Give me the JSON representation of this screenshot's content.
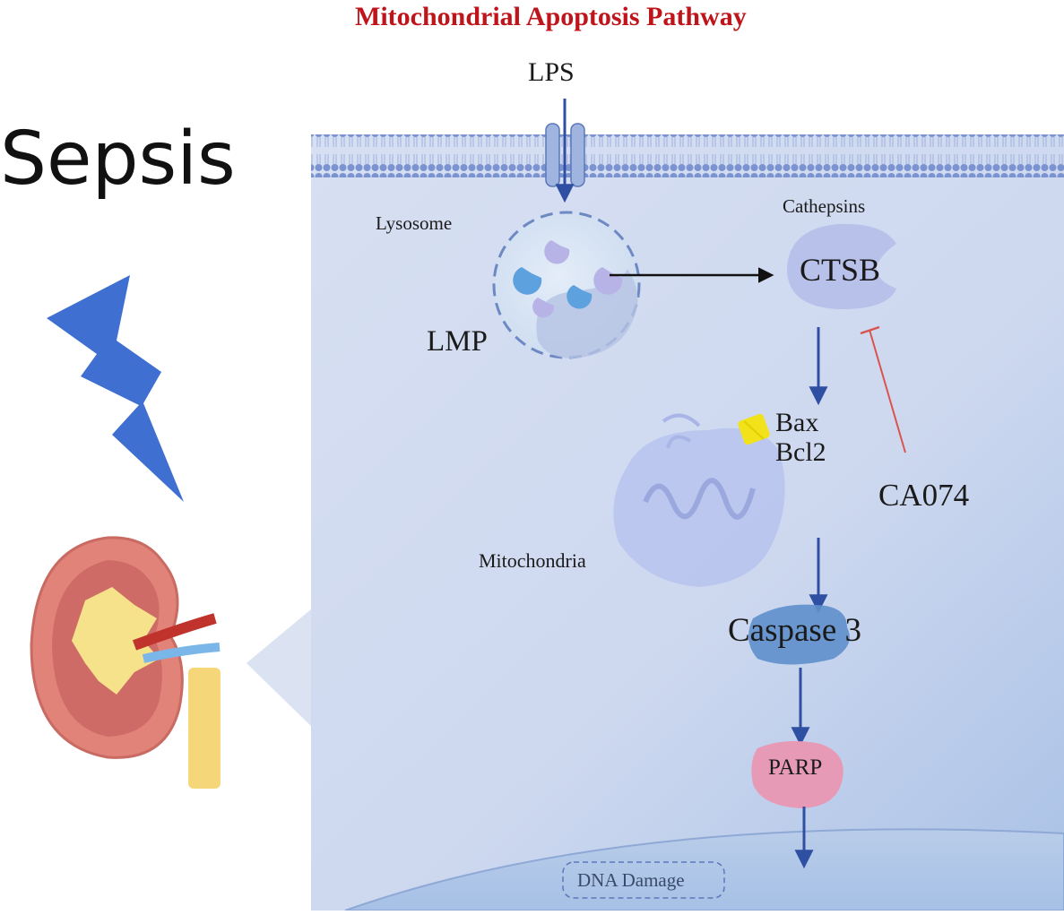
{
  "title": "Mitochondrial Apoptosis Pathway",
  "condition": "Sepsis",
  "stimulus": "LPS",
  "labels": {
    "lysosome": "Lysosome",
    "lmp": "LMP",
    "cathepsins": "Cathepsins",
    "ctsb": "CTSB",
    "bax": "Bax",
    "bcl2": "Bcl2",
    "inhibitor": "CA074",
    "mitochondria": "Mitochondria",
    "caspase": "Caspase 3",
    "parp": "PARP",
    "dna_damage": "DNA Damage"
  },
  "colors": {
    "title": "#c0141b",
    "cell_bg": "#cdd8ef",
    "membrane": "#7b93d0",
    "activation_arrow": "#2f4fa3",
    "inhibition_line": "#d9534f",
    "lightning": "#3f6fd1",
    "bax_bcl2_complex": "#f2e21a",
    "parp": "#e69ab6",
    "caspase": "#5f8fcc"
  },
  "icons": [
    "lightning-bolt-icon",
    "kidney-icon",
    "lysosome-icon",
    "mitochondria-icon",
    "ion-channel-icon"
  ]
}
